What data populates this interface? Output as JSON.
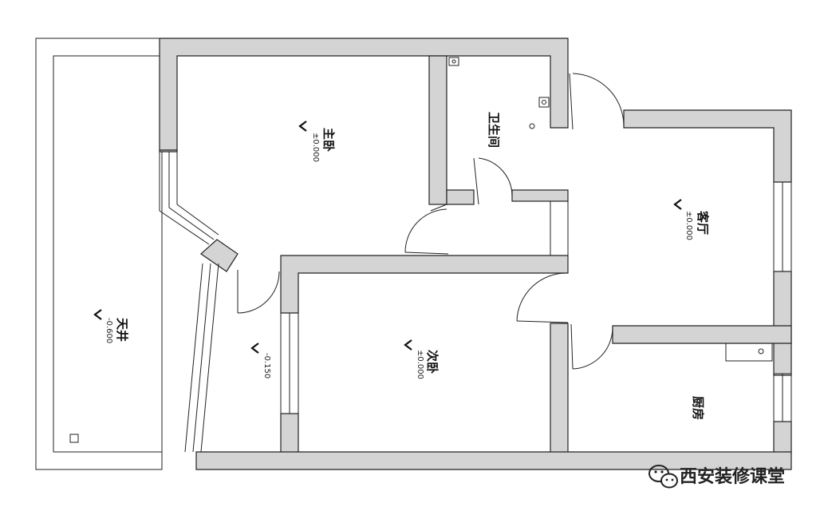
{
  "rooms": {
    "master_bedroom": {
      "label": "主卧",
      "elevation": "±0.000"
    },
    "bathroom": {
      "label": "卫生间"
    },
    "living_room": {
      "label": "客厅",
      "elevation": "±0.000"
    },
    "second_bedroom": {
      "label": "次卧",
      "elevation": "±0.000"
    },
    "kitchen": {
      "label": "厨房"
    },
    "courtyard": {
      "label": "天井",
      "elevation": "-0.600"
    },
    "corridor": {
      "elevation": "-0.150"
    }
  },
  "watermark": {
    "text": "西安装修课堂",
    "icon": "wechat-icon"
  },
  "colors": {
    "wall_fill": "#d4d4d4",
    "line": "#222222",
    "background": "#ffffff"
  }
}
